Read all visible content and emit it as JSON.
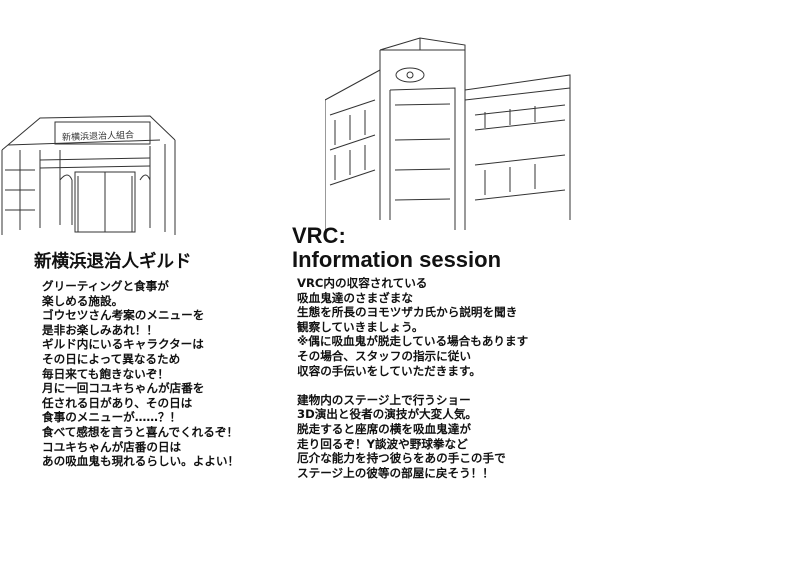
{
  "guild": {
    "sign_text": "新横浜退治人組合",
    "title": "新横浜退治人ギルド",
    "lines": [
      "グリーティングと食事が",
      "楽しめる施設。",
      "ゴウセツさん考案のメニューを",
      "是非お楽しみあれ！！",
      "ギルド内にいるキャラクターは",
      "その日によって異なるため",
      "毎日来ても飽きないぞ！",
      "月に一回コユキちゃんが店番を",
      "任される日があり、その日は",
      "食事のメニューが……？！",
      "食べて感想を言うと喜んでくれるぞ！",
      "コユキちゃんが店番の日は",
      "あの吸血鬼も現れるらしい。よよい！"
    ]
  },
  "vrc": {
    "title_line1": "VRC:",
    "title_line2": "Information session",
    "lines": [
      "VRC内の収容されている",
      "吸血鬼達のさまざまな",
      "生態を所長のヨモツザカ氏から説明を聞き",
      "観察していきましょう。",
      "※偶に吸血鬼が脱走している場合もあります",
      "その場合、スタッフの指示に従い",
      "収容の手伝いをしていただきます。",
      "",
      "建物内のステージ上で行うショー",
      "3D演出と役者の演技が大変人気。",
      "脱走すると座席の横を吸血鬼達が",
      "走り回るぞ！Y談波や野球拳など",
      "厄介な能力を持つ彼らをあの手この手で",
      "ステージ上の彼等の部屋に戻そう！！"
    ]
  }
}
